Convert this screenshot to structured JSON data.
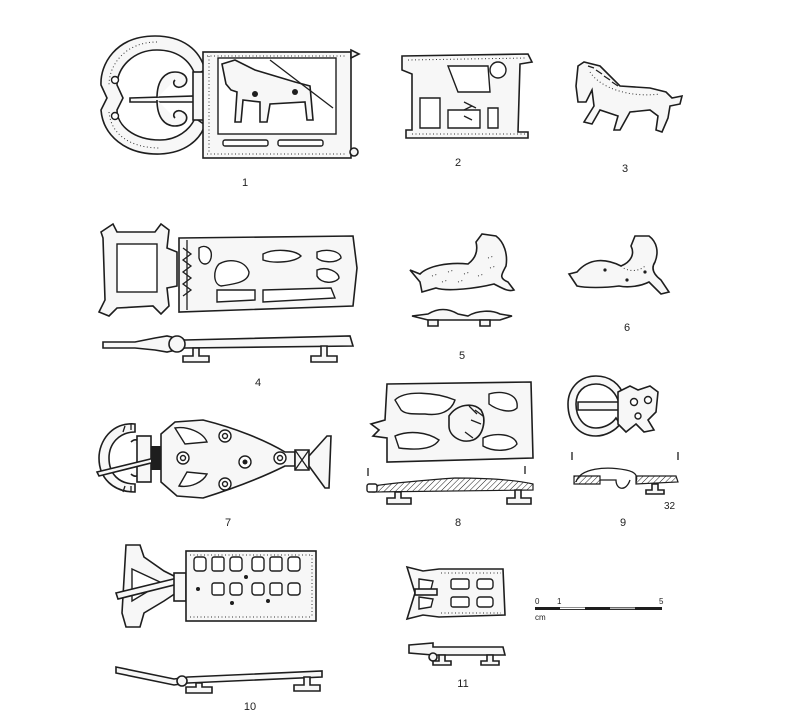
{
  "plate": {
    "description": "Archaeological plate of line drawings of openwork belt buckles and zoomorphic fittings",
    "figures": [
      {
        "number": "1",
        "subject": "buckle with spiral loop and openwork plate with horse"
      },
      {
        "number": "2",
        "subject": "openwork plate with horse and rider"
      },
      {
        "number": "3",
        "subject": "horse-shaped fitting"
      },
      {
        "number": "4",
        "subject": "buckle with openwork rectangular plate, plan and profile"
      },
      {
        "number": "5",
        "subject": "feline-shaped fitting, plan and profile"
      },
      {
        "number": "6",
        "subject": "feline-shaped fitting"
      },
      {
        "number": "7",
        "subject": "buckle with fish-shaped plate and ring-and-dot ornament"
      },
      {
        "number": "8",
        "subject": "openwork plate with lion, plan and profile"
      },
      {
        "number": "9",
        "subject": "small buckle with animal head plate, plan and profile"
      },
      {
        "number": "10",
        "subject": "buckle with pierced rectangular plate, plan and profile"
      },
      {
        "number": "11",
        "subject": "small buckle plate, plan and profile"
      }
    ],
    "annotations": {
      "fig9_extra": "32"
    },
    "scale_bar": {
      "labels": [
        "0",
        "1",
        "5"
      ],
      "unit": "cm"
    }
  }
}
